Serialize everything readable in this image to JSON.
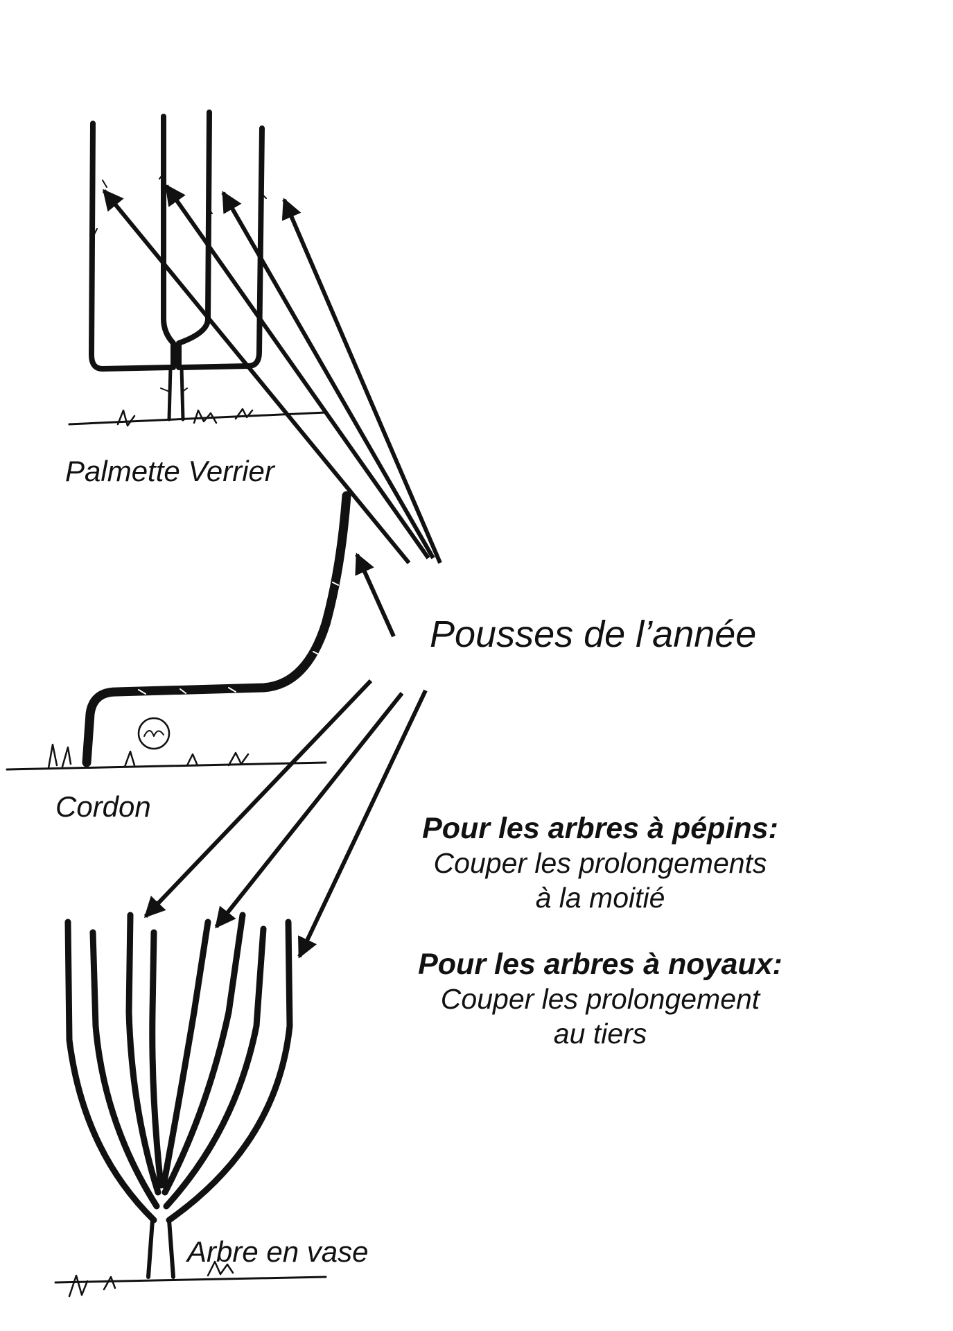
{
  "labels": {
    "palmette": "Palmette Verrier",
    "cordon": "Cordon",
    "vase": "Arbre en vase",
    "pousses": "Pousses de l’année"
  },
  "notes": {
    "pepins": {
      "heading": "Pour les arbres à pépins:",
      "line1": "Couper les prolongements",
      "line2": "à la moitié"
    },
    "noyaux": {
      "heading": "Pour les arbres à noyaux:",
      "line1": "Couper les prolongement",
      "line2": "au tiers"
    }
  },
  "colors": {
    "ink": "#111111",
    "paper": "#ffffff"
  }
}
